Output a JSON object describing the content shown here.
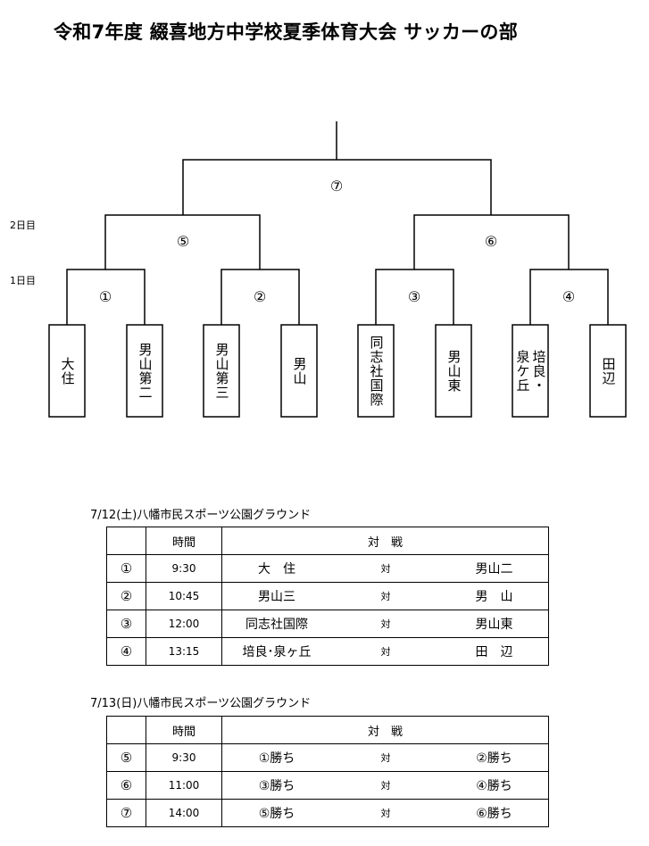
{
  "title": "令和7年度 綴喜地方中学校夏季体育大会 サッカーの部",
  "bracket": {
    "round_labels": {
      "day2": "2日目",
      "day1": "1日目"
    },
    "match_labels": [
      "①",
      "②",
      "③",
      "④",
      "⑤",
      "⑥",
      "⑦"
    ],
    "teams": [
      {
        "lines": [
          "大住"
        ]
      },
      {
        "lines": [
          "男山第二"
        ]
      },
      {
        "lines": [
          "男山第三"
        ]
      },
      {
        "lines": [
          "男山"
        ]
      },
      {
        "lines": [
          "同志社国際"
        ]
      },
      {
        "lines": [
          "男山東"
        ]
      },
      {
        "lines": [
          "培良・",
          "泉ケ丘"
        ]
      },
      {
        "lines": [
          "田辺"
        ]
      }
    ]
  },
  "schedule": [
    {
      "day_title": "7/12(土)八幡市民スポーツ公園グラウンド",
      "header": {
        "time": "時間",
        "match": "対　戦"
      },
      "rows": [
        {
          "no": "①",
          "time": "9:30",
          "home": "大　住",
          "vs": "対",
          "away": "男山二"
        },
        {
          "no": "②",
          "time": "10:45",
          "home": "男山三",
          "vs": "対",
          "away": "男　山"
        },
        {
          "no": "③",
          "time": "12:00",
          "home": "同志社国際",
          "vs": "対",
          "away": "男山東"
        },
        {
          "no": "④",
          "time": "13:15",
          "home": "培良･泉ヶ丘",
          "vs": "対",
          "away": "田　辺"
        }
      ]
    },
    {
      "day_title": "7/13(日)八幡市民スポーツ公園グラウンド",
      "header": {
        "time": "時間",
        "match": "対　戦"
      },
      "rows": [
        {
          "no": "⑤",
          "time": "9:30",
          "home": "①勝ち",
          "vs": "対",
          "away": "②勝ち"
        },
        {
          "no": "⑥",
          "time": "11:00",
          "home": "③勝ち",
          "vs": "対",
          "away": "④勝ち"
        },
        {
          "no": "⑦",
          "time": "14:00",
          "home": "⑤勝ち",
          "vs": "対",
          "away": "⑥勝ち"
        }
      ]
    }
  ]
}
